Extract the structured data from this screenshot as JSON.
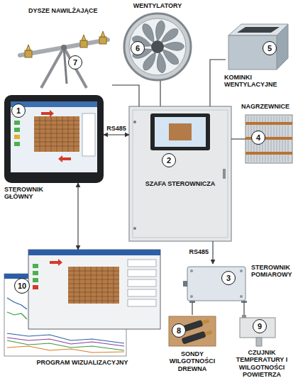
{
  "diagram": {
    "nodes": [
      {
        "text": [
          "DYSZE NAWILŻAJĄCE"
        ]
      },
      {
        "text": [
          "7"
        ],
        "in": 0
      },
      {
        "text": [
          "WENTYLATORY"
        ]
      },
      {
        "text": [
          "6"
        ],
        "in": 2
      },
      {
        "text": [
          "KOMINKI WENTYLACYJNE"
        ]
      },
      {
        "text": [
          "5"
        ],
        "in": 4
      },
      {
        "text": [
          "STEROWNIK GŁÓWNY"
        ]
      },
      {
        "text": [
          "1"
        ],
        "in": 6
      },
      {
        "text": [
          "SZAFA STEROWNICZA"
        ]
      },
      {
        "text": [
          "2"
        ],
        "in": 8
      },
      {
        "text": [
          "NAGRZEWNICE"
        ]
      },
      {
        "text": [
          "4"
        ],
        "in": 10
      },
      {
        "text": [
          "PROGRAM WIZUALIZACYJNY"
        ]
      },
      {
        "text": [
          "10"
        ],
        "in": 12
      },
      {
        "text": [
          "STEROWNIK POMIAROWY"
        ]
      },
      {
        "text": [
          "3"
        ],
        "in": 14
      },
      {
        "text": [
          "SONDY WILGOTNOŚCI DREWNA"
        ]
      },
      {
        "text": [
          "8"
        ],
        "in": 16
      },
      {
        "text": [
          "CZUJNIK TEMPERATURY I WILGOTNOŚCI POWIETRZA"
        ]
      },
      {
        "text": [
          "9"
        ],
        "in": 18
      }
    ],
    "edges": [
      {
        "from": 0,
        "to": 8,
        "arrow": "none"
      },
      {
        "from": 2,
        "to": 8,
        "arrow": "none"
      },
      {
        "from": 4,
        "to": 8,
        "arrow": "none"
      },
      {
        "from": 10,
        "to": 8,
        "arrow": "none"
      },
      {
        "from": 6,
        "to": 8,
        "label": "RS485",
        "arrow": "both"
      },
      {
        "from": 6,
        "to": 12,
        "arrow": "both"
      },
      {
        "from": 8,
        "to": 14,
        "label": "RS485",
        "arrow": "to"
      },
      {
        "from": 14,
        "to": 16,
        "arrow": "none"
      },
      {
        "from": 14,
        "to": 18,
        "arrow": "none"
      }
    ]
  }
}
